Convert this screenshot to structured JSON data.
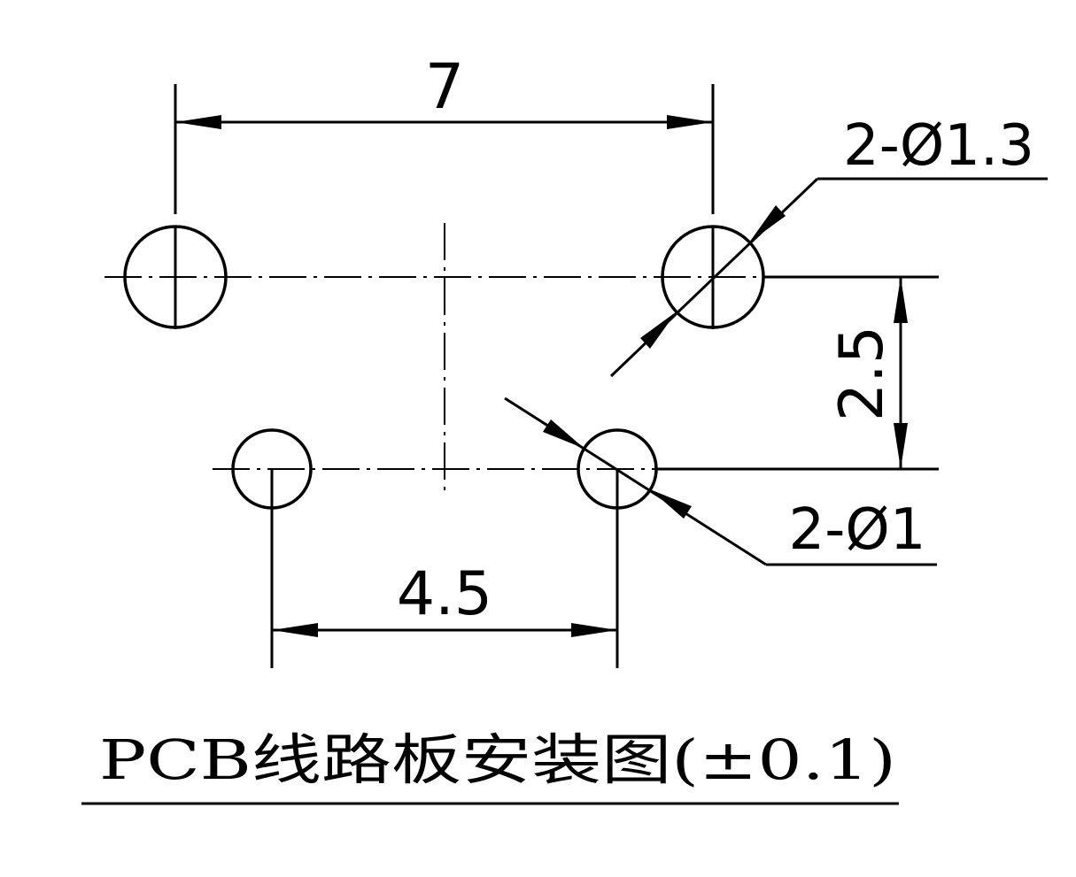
{
  "dimensions": {
    "top_width": "7",
    "bottom_width": "4.5",
    "vertical_spacing": "2.5",
    "large_hole": "2-Ø1.3",
    "small_hole": "2-Ø1"
  },
  "title": "PCB线路板安装图(±0.1)"
}
